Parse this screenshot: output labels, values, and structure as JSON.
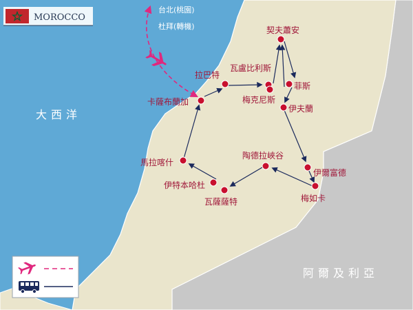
{
  "header": {
    "country": "MOROCCO",
    "flag_colors": {
      "red": "#c1272d",
      "green": "#006233"
    }
  },
  "regions": {
    "ocean": "大西洋",
    "neighbor": "阿爾及利亞"
  },
  "flight": {
    "origin": "台北(桃園)",
    "transit": "杜拜(轉機)",
    "icon": "airplane-icon"
  },
  "cities": {
    "casablanca": "卡薩布蘭加",
    "rabat": "拉巴特",
    "volubilis": "瓦盧比利斯",
    "chefchaouen": "契夫蕭安",
    "meknes": "梅克尼斯",
    "fes": "菲斯",
    "ifrane": "伊夫蘭",
    "erfoud": "伊爾富德",
    "merzouga": "梅如卡",
    "todra": "陶德拉峽谷",
    "ouarzazate": "瓦薩薩特",
    "benhaddou": "伊特本哈杜",
    "marrakech": "馬拉喀什"
  },
  "legend": {
    "flight_icon": "airplane-icon",
    "bus_icon": "bus-icon"
  },
  "colors": {
    "sea": "#5fa9d6",
    "morocco_land": "#eae5cc",
    "neighbor_land": "#c8c8c8",
    "route": "#1b2a5c",
    "flight": "#e0287e",
    "city_dot": "#c8102e",
    "city_label": "#a0183a"
  }
}
